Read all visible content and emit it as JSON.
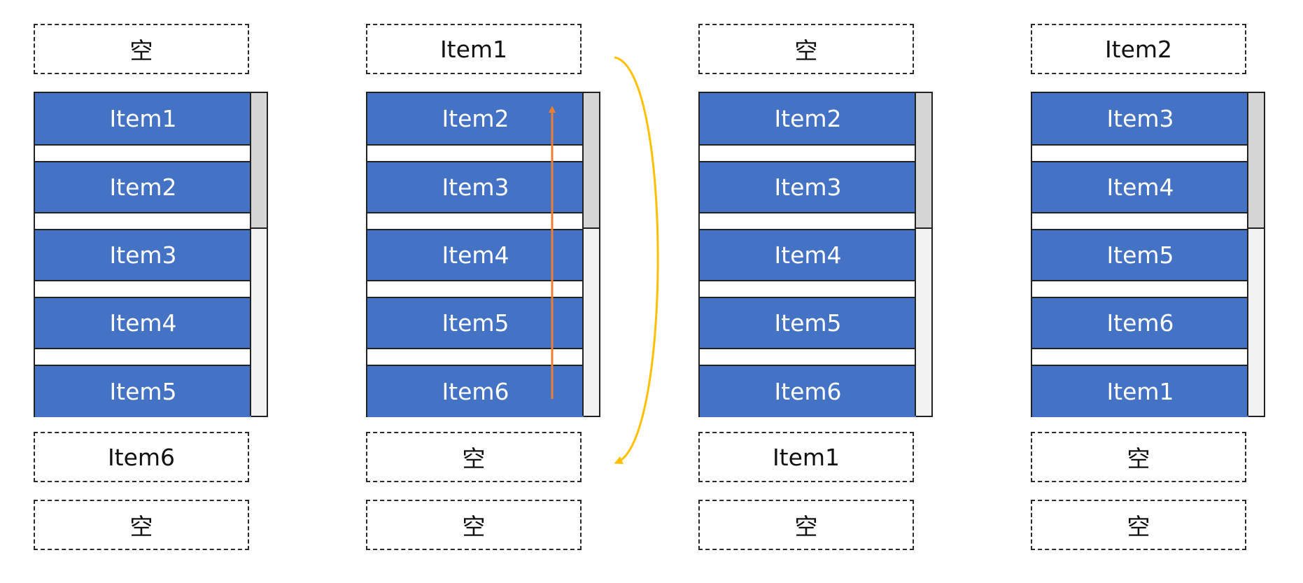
{
  "columns": [
    {
      "top": [
        "空"
      ],
      "items": [
        "Item1",
        "Item2",
        "Item3",
        "Item4",
        "Item5"
      ],
      "bottom": [
        "Item6",
        "空"
      ]
    },
    {
      "top": [
        "Item1"
      ],
      "items": [
        "Item2",
        "Item3",
        "Item4",
        "Item5",
        "Item6"
      ],
      "bottom": [
        "空",
        "空"
      ]
    },
    {
      "top": [
        "空"
      ],
      "items": [
        "Item2",
        "Item3",
        "Item4",
        "Item5",
        "Item6"
      ],
      "bottom": [
        "Item1",
        "空"
      ]
    },
    {
      "top": [
        "Item2"
      ],
      "items": [
        "Item3",
        "Item4",
        "Item5",
        "Item6",
        "Item1"
      ],
      "bottom": [
        "空",
        "空"
      ]
    }
  ],
  "colors": {
    "item_fill": "#4472c4",
    "scroll_up_arrow": "#ed7d31",
    "move_arrow": "#ffc000"
  }
}
